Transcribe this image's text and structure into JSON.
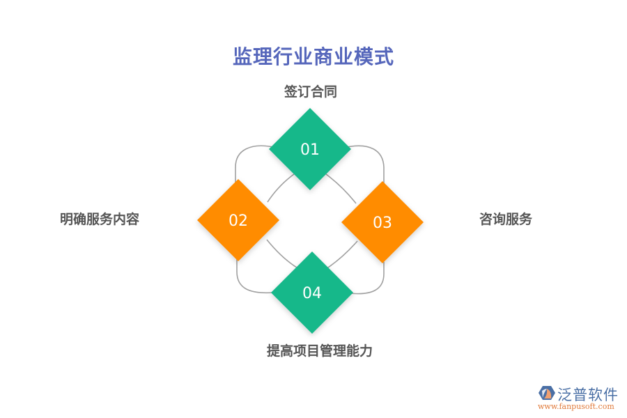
{
  "title": "监理行业商业模式",
  "colors": {
    "title": "#5566BB",
    "green": "#14B88A",
    "orange": "#FF8C00",
    "connector": "#A0A0A0",
    "label": "#555555"
  },
  "steps": [
    {
      "number": "01",
      "label": "签订合同",
      "color": "green",
      "position": "top"
    },
    {
      "number": "02",
      "label": "明确服务内容",
      "color": "orange",
      "position": "left"
    },
    {
      "number": "03",
      "label": "咨询服务",
      "color": "orange",
      "position": "right"
    },
    {
      "number": "04",
      "label": "提高项目管理能力",
      "color": "green",
      "position": "bottom"
    }
  ],
  "logo": {
    "name": "泛普软件",
    "url": "www.fanpusoft.com"
  }
}
